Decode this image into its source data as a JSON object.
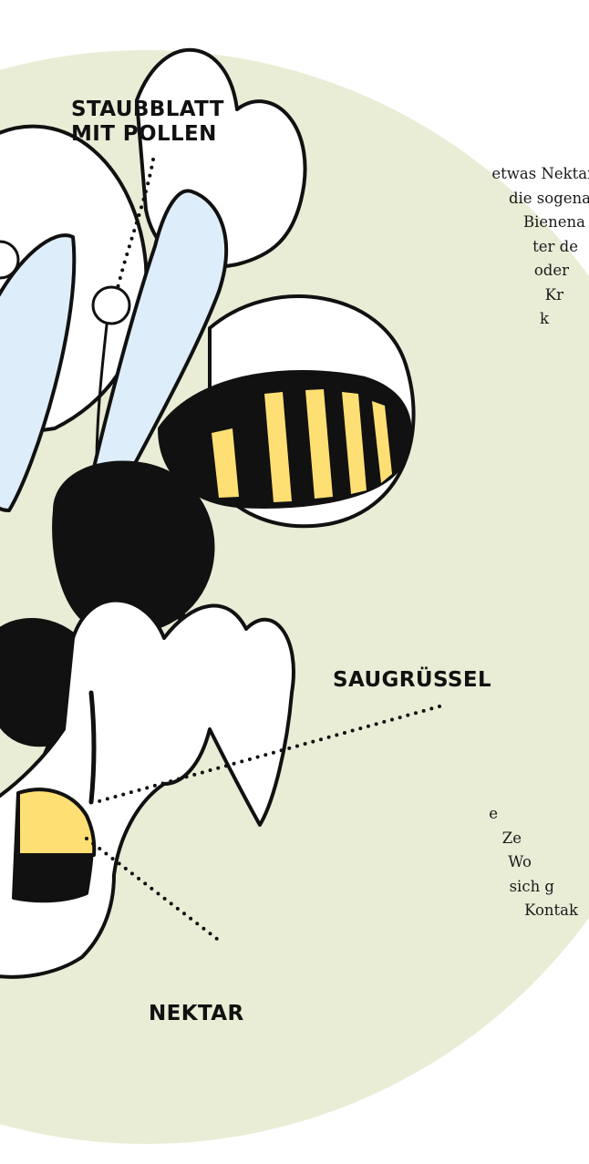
{
  "colors": {
    "circle_bg": "#e9edd6",
    "ink": "#111111",
    "wing_fill": "#ddeefa",
    "stripe_yellow": "#fddf74",
    "nectar_yellow": "#fddf74",
    "petal_fill": "#ffffff"
  },
  "labels": {
    "stamen": [
      "STAUBBLATT",
      "MIT POLLEN"
    ],
    "proboscis": "SAUGRÜSSEL",
    "nectar": "NEKTAR"
  },
  "prose_top": [
    "etwas Nektar",
    "die sogena",
    "Bienena",
    "ter de",
    "oder",
    "Kr",
    "k"
  ],
  "prose_bottom": [
    "e",
    "Ze",
    "Wo",
    "sich g",
    "Kontak"
  ]
}
